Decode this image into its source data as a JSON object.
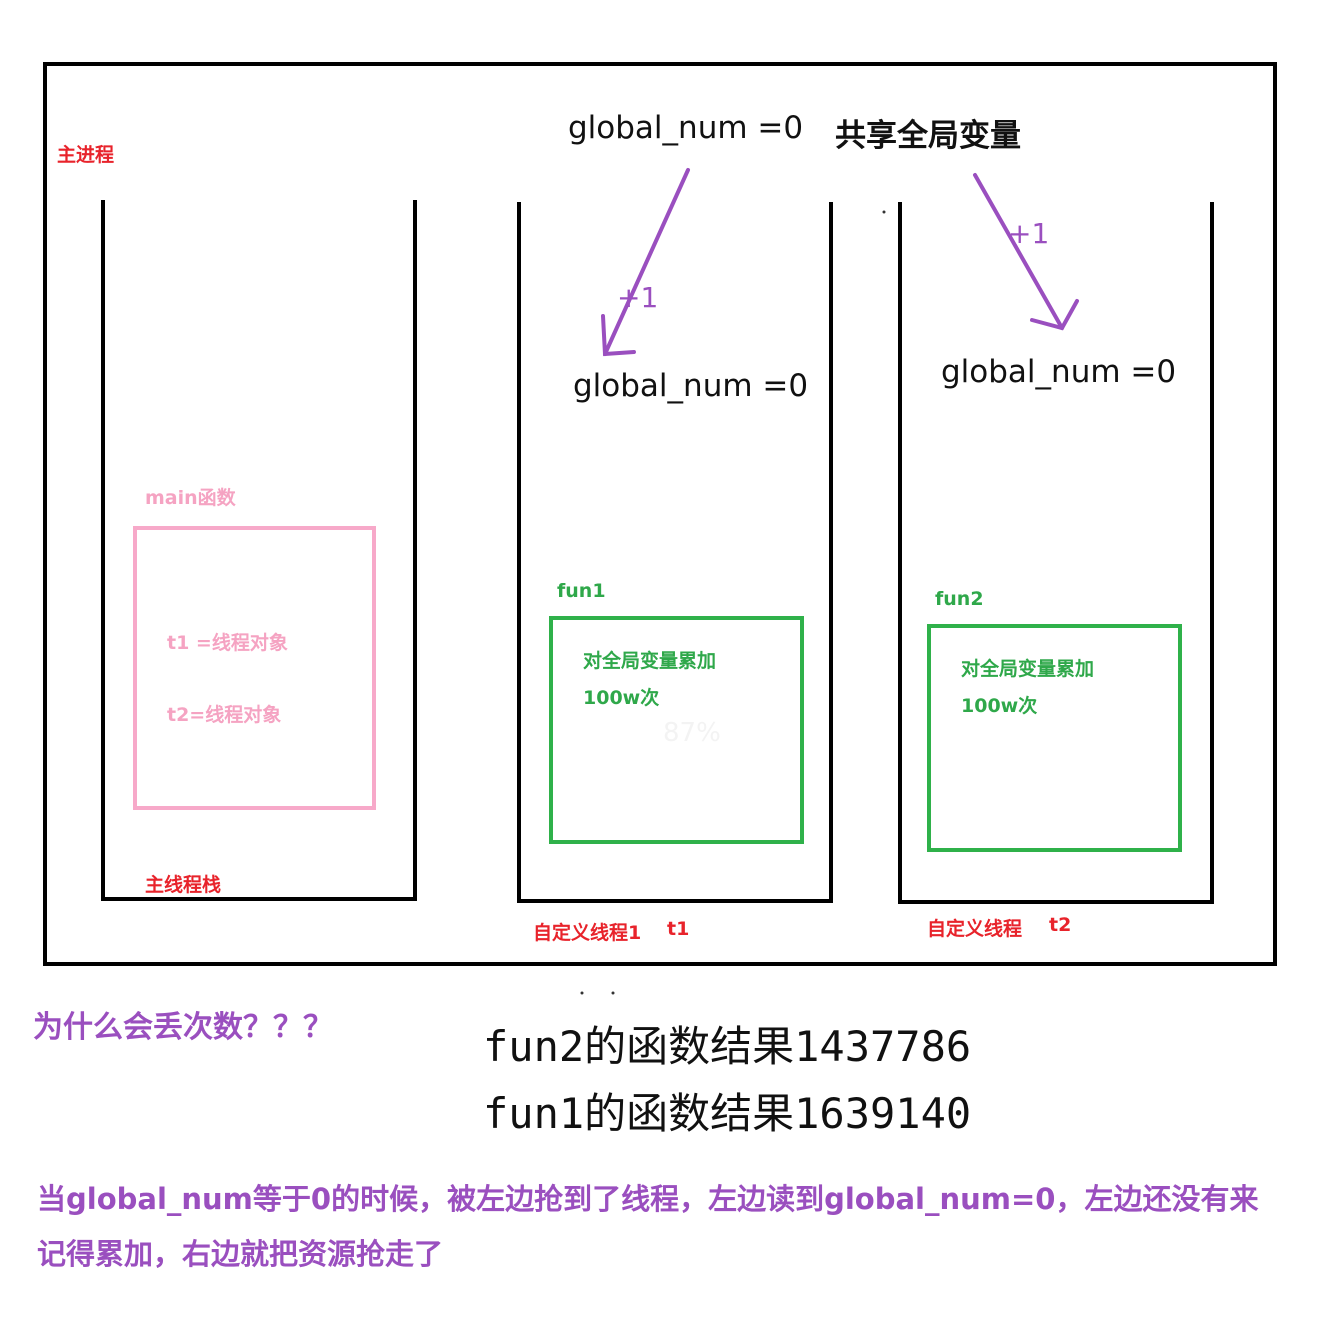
{
  "process": {
    "label": "主进程",
    "shared_var": "global_num =0",
    "shared_label": "共享全局变量"
  },
  "stack_main": {
    "label": "主线程栈",
    "func_label": "main函数",
    "t1": "t1 =线程对象",
    "t2": "t2=线程对象"
  },
  "stack_t1": {
    "label": "自定义线程1",
    "thread_name": "t1",
    "var": "global_num =0",
    "increment": "+1",
    "func_label": "fun1",
    "func_line1": "对全局变量累加",
    "func_line2": "100w次",
    "faint_text": "87%"
  },
  "stack_t2": {
    "label": "自定义线程",
    "thread_name": "t2",
    "var": "global_num =0",
    "increment": "+1",
    "func_label": "fun2",
    "func_line1": "对全局变量累加",
    "func_line2": "100w次"
  },
  "question": "为什么会丢次数？？？",
  "results": {
    "fun2": "fun2的函数结果1437786",
    "fun1": "fun1的函数结果1639140"
  },
  "explanation": {
    "line1": "当global_num等于0的时候，被左边抢到了线程，左边读到global_num=0，左边还没有来",
    "line2": "记得累加，右边就把资源抢走了"
  },
  "colors": {
    "arrow": "#9a4fbf",
    "thread_label": "#e8232b",
    "main_box": "#f7a9c9",
    "func_box": "#2fb14a"
  }
}
